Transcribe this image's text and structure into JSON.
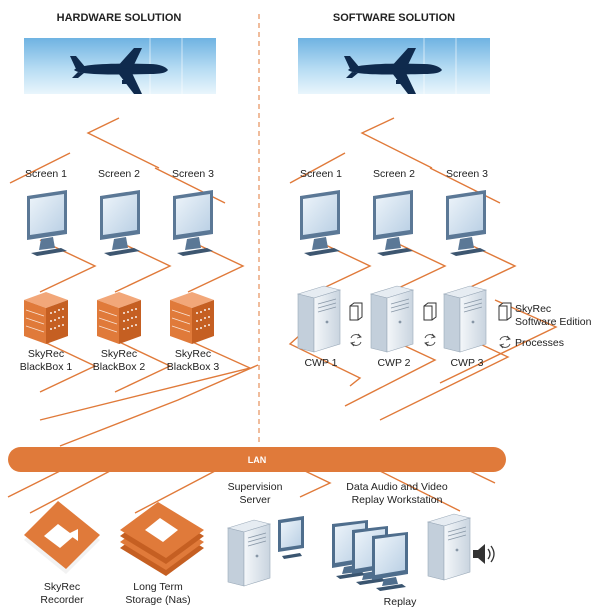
{
  "headers": {
    "hardware": "HARDWARE SOLUTION",
    "software": "SOFTWARE SOLUTION"
  },
  "hardware": {
    "screens": [
      "Screen 1",
      "Screen 2",
      "Screen 3"
    ],
    "blackboxes": [
      [
        "SkyRec",
        "BlackBox 1"
      ],
      [
        "SkyRec",
        "BlackBox 2"
      ],
      [
        "SkyRec",
        "BlackBox 3"
      ]
    ]
  },
  "software": {
    "screens": [
      "Screen 1",
      "Screen 2",
      "Screen 3"
    ],
    "cwps": [
      "CWP 1",
      "CWP 2",
      "CWP 3"
    ],
    "legend": {
      "edition_line1": "SkyRec",
      "edition_line2": "Software Edition",
      "processes": "Processes"
    }
  },
  "lan": {
    "label": "LAN"
  },
  "bottom": {
    "recorder": [
      "SkyRec",
      "Recorder"
    ],
    "storage": [
      "Long Term",
      "Storage (Nas)"
    ],
    "supervision": [
      "Supervision",
      "Server"
    ],
    "replay_title": [
      "Data Audio and Video",
      "Replay Workstation"
    ],
    "replay": "Replay"
  },
  "colors": {
    "accent": "#e07a3a",
    "lan_bar": "#e07a3a",
    "sky": "#a9d4ef",
    "plane": "#0f2a4d",
    "monitor_frame": "#5b7896",
    "monitor_screen": "#d5e5f3"
  },
  "icons": {
    "airplane": "airplane-icon",
    "monitor": "monitor-icon",
    "blackbox": "server-rack-icon",
    "cwp": "tower-pc-icon",
    "edition": "document-icon",
    "processes": "refresh-icon",
    "speaker": "speaker-icon"
  }
}
